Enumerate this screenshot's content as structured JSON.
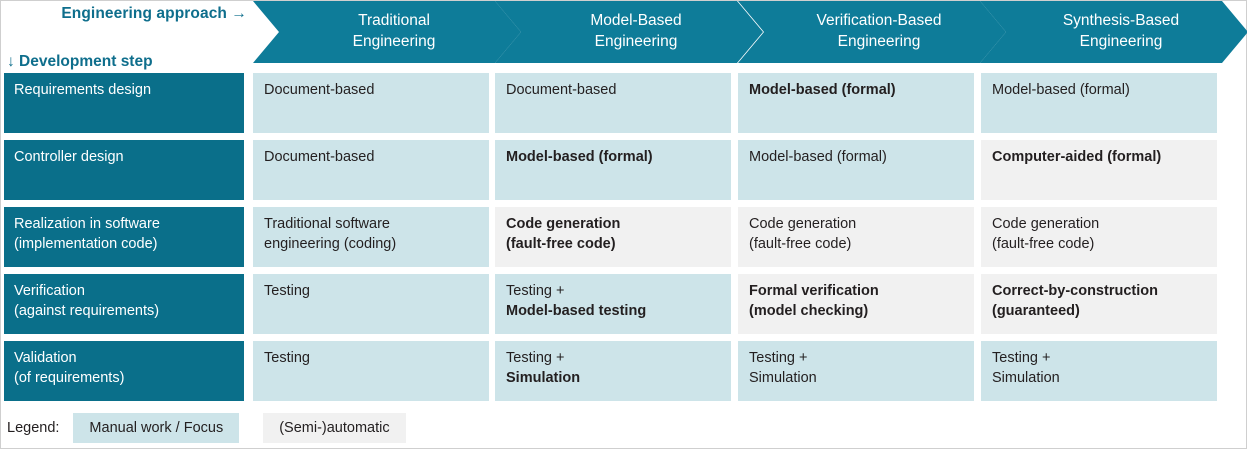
{
  "axes": {
    "approach_label": "Engineering approach →",
    "step_label": "↓ Development step"
  },
  "colors": {
    "header_teal": "#0e7c99",
    "rowhead_teal": "#0a6f8a",
    "accent_text": "#0e6e8c",
    "manual_fill": "#cde4e9",
    "auto_fill": "#f1f1f1",
    "text": "#231f20"
  },
  "columns": [
    {
      "line1": "Traditional",
      "line2": "Engineering"
    },
    {
      "line1": "Model-Based",
      "line2": "Engineering"
    },
    {
      "line1": "Verification-Based",
      "line2": "Engineering"
    },
    {
      "line1": "Synthesis-Based",
      "line2": "Engineering"
    }
  ],
  "rows": [
    {
      "head_line1": "Requirements design",
      "head_line2": "",
      "cells": [
        {
          "fill": "manual",
          "line1": "Document-based",
          "line2": "",
          "bold1": false,
          "bold2": false
        },
        {
          "fill": "manual",
          "line1": "Document-based",
          "line2": "",
          "bold1": false,
          "bold2": false
        },
        {
          "fill": "manual",
          "line1": "Model-based (formal)",
          "line2": "",
          "bold1": true,
          "bold2": false
        },
        {
          "fill": "manual",
          "line1": "Model-based (formal)",
          "line2": "",
          "bold1": false,
          "bold2": false
        }
      ]
    },
    {
      "head_line1": "Controller design",
      "head_line2": "",
      "cells": [
        {
          "fill": "manual",
          "line1": "Document-based",
          "line2": "",
          "bold1": false,
          "bold2": false
        },
        {
          "fill": "manual",
          "line1": "Model-based (formal)",
          "line2": "",
          "bold1": true,
          "bold2": false
        },
        {
          "fill": "manual",
          "line1": "Model-based (formal)",
          "line2": "",
          "bold1": false,
          "bold2": false
        },
        {
          "fill": "auto",
          "line1": "Computer-aided (formal)",
          "line2": "",
          "bold1": true,
          "bold2": false
        }
      ]
    },
    {
      "head_line1": "Realization in software",
      "head_line2": "(implementation code)",
      "cells": [
        {
          "fill": "manual",
          "line1": "Traditional software",
          "line2": "engineering (coding)",
          "bold1": false,
          "bold2": false
        },
        {
          "fill": "auto",
          "line1": "Code generation",
          "line2": "(fault-free code)",
          "bold1": true,
          "bold2": true
        },
        {
          "fill": "auto",
          "line1": "Code generation",
          "line2": "(fault-free code)",
          "bold1": false,
          "bold2": false
        },
        {
          "fill": "auto",
          "line1": "Code generation",
          "line2": "(fault-free code)",
          "bold1": false,
          "bold2": false
        }
      ]
    },
    {
      "head_line1": "Verification",
      "head_line2": "(against requirements)",
      "cells": [
        {
          "fill": "manual",
          "line1": "Testing",
          "line2": "",
          "bold1": false,
          "bold2": false
        },
        {
          "fill": "manual",
          "line1": "Testing +",
          "line2": "Model-based testing",
          "bold1": false,
          "bold2": true
        },
        {
          "fill": "auto",
          "line1": "Formal verification",
          "line2": "(model checking)",
          "bold1": true,
          "bold2": true
        },
        {
          "fill": "auto",
          "line1": "Correct-by-construction",
          "line2": "(guaranteed)",
          "bold1": true,
          "bold2": true
        }
      ]
    },
    {
      "head_line1": "Validation",
      "head_line2": "(of requirements)",
      "cells": [
        {
          "fill": "manual",
          "line1": "Testing",
          "line2": "",
          "bold1": false,
          "bold2": false
        },
        {
          "fill": "manual",
          "line1": "Testing +",
          "line2": "Simulation",
          "bold1": false,
          "bold2": true
        },
        {
          "fill": "manual",
          "line1": "Testing +",
          "line2": "Simulation",
          "bold1": false,
          "bold2": false
        },
        {
          "fill": "manual",
          "line1": "Testing +",
          "line2": "Simulation",
          "bold1": false,
          "bold2": false
        }
      ]
    }
  ],
  "legend": {
    "title": "Legend:",
    "items": [
      {
        "fill": "manual",
        "label": "Manual work / Focus"
      },
      {
        "fill": "auto",
        "label": "(Semi-)automatic"
      }
    ]
  }
}
